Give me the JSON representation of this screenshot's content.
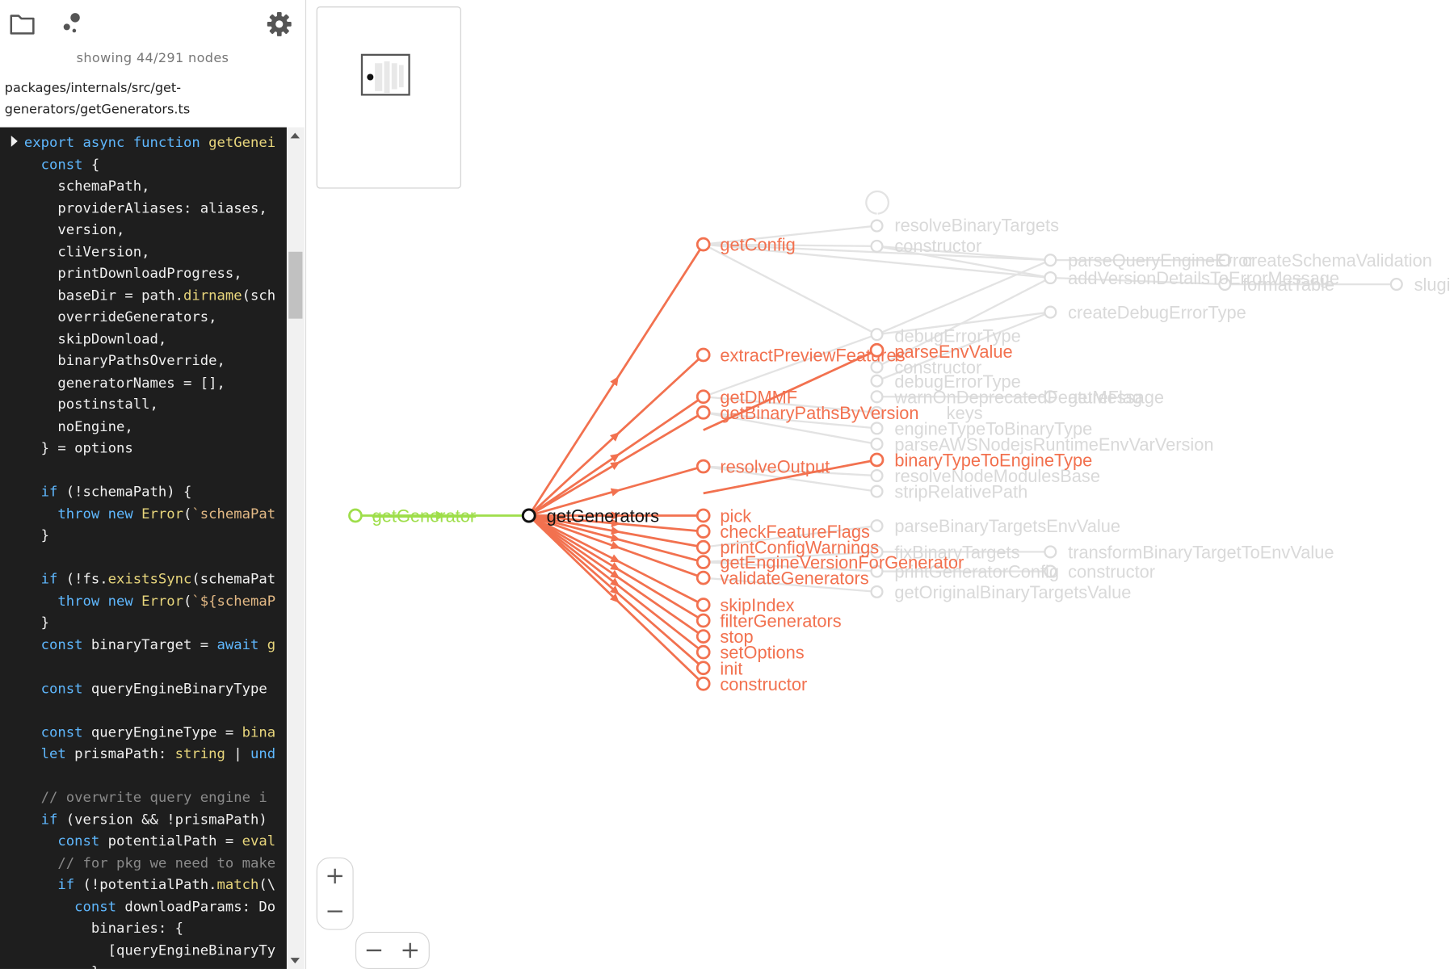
{
  "toolbar": {
    "folder_icon": "folder-icon",
    "graph_icon": "bubble-graph-icon",
    "settings_icon": "gear-icon"
  },
  "status": {
    "node_count_text": "showing 44/291 nodes"
  },
  "file": {
    "path": "packages/internals/src/get-generators/getGenerators.ts"
  },
  "code": {
    "lines": [
      [
        [
          "kw",
          "export async function "
        ],
        [
          "fn",
          "getGenei"
        ]
      ],
      [
        [
          "kw",
          "  const "
        ],
        [
          "",
          "{"
        ]
      ],
      [
        [
          "",
          "    schemaPath,"
        ]
      ],
      [
        [
          "",
          "    providerAliases: aliases,"
        ]
      ],
      [
        [
          "",
          "    version,"
        ]
      ],
      [
        [
          "",
          "    cliVersion,"
        ]
      ],
      [
        [
          "",
          "    printDownloadProgress,"
        ]
      ],
      [
        [
          "",
          "    baseDir = path."
        ],
        [
          "fn",
          "dirname"
        ],
        [
          "",
          "(sch"
        ]
      ],
      [
        [
          "",
          "    overrideGenerators,"
        ]
      ],
      [
        [
          "",
          "    skipDownload,"
        ]
      ],
      [
        [
          "",
          "    binaryPathsOverride,"
        ]
      ],
      [
        [
          "",
          "    generatorNames = [],"
        ]
      ],
      [
        [
          "",
          "    postinstall,"
        ]
      ],
      [
        [
          "",
          "    noEngine,"
        ]
      ],
      [
        [
          "",
          "  } = options"
        ]
      ],
      [
        [
          "",
          ""
        ]
      ],
      [
        [
          "kw",
          "  if "
        ],
        [
          "",
          "(!schemaPath) {"
        ]
      ],
      [
        [
          "kw",
          "    throw new "
        ],
        [
          "fn",
          "Error"
        ],
        [
          "",
          "("
        ],
        [
          "str",
          "`schemaPat"
        ]
      ],
      [
        [
          "",
          "  }"
        ]
      ],
      [
        [
          "",
          ""
        ]
      ],
      [
        [
          "kw",
          "  if "
        ],
        [
          "",
          "(!fs."
        ],
        [
          "fn",
          "existsSync"
        ],
        [
          "",
          "(schemaPat"
        ]
      ],
      [
        [
          "kw",
          "    throw new "
        ],
        [
          "fn",
          "Error"
        ],
        [
          "",
          "("
        ],
        [
          "str",
          "`${schemaP"
        ]
      ],
      [
        [
          "",
          "  }"
        ]
      ],
      [
        [
          "kw",
          "  const "
        ],
        [
          "",
          "binaryTarget = "
        ],
        [
          "kw",
          "await "
        ],
        [
          "fn",
          "g"
        ]
      ],
      [
        [
          "",
          ""
        ]
      ],
      [
        [
          "kw",
          "  const "
        ],
        [
          "",
          "queryEngineBinaryType"
        ]
      ],
      [
        [
          "",
          ""
        ]
      ],
      [
        [
          "kw",
          "  const "
        ],
        [
          "",
          "queryEngineType = "
        ],
        [
          "fn",
          "bina"
        ]
      ],
      [
        [
          "kw",
          "  let "
        ],
        [
          "",
          "prismaPath: "
        ],
        [
          "fn",
          "string"
        ],
        [
          "",
          " | "
        ],
        [
          "kw",
          "und"
        ]
      ],
      [
        [
          "",
          ""
        ]
      ],
      [
        [
          "cm",
          "  // overwrite query engine i"
        ]
      ],
      [
        [
          "kw",
          "  if "
        ],
        [
          "",
          "(version && !prismaPath)"
        ]
      ],
      [
        [
          "kw",
          "    const "
        ],
        [
          "",
          "potentialPath = "
        ],
        [
          "fn",
          "eval"
        ]
      ],
      [
        [
          "cm",
          "    // for pkg we need to make"
        ]
      ],
      [
        [
          "kw",
          "    if "
        ],
        [
          "",
          "(!potentialPath."
        ],
        [
          "fn",
          "match"
        ],
        [
          "",
          "(\\"
        ]
      ],
      [
        [
          "kw",
          "      const "
        ],
        [
          "",
          "downloadParams: Do"
        ]
      ],
      [
        [
          "",
          "        binaries: {"
        ]
      ],
      [
        [
          "",
          "          [queryEngineBinaryTy"
        ]
      ],
      [
        [
          "",
          "        }"
        ]
      ]
    ]
  },
  "graph": {
    "caller": "getGenerator",
    "focus": "getGenerators",
    "callees": [
      "getConfig",
      "extractPreviewFeatures",
      "getDMMF",
      "getBinaryPathsByVersion",
      "resolveOutput",
      "pick",
      "checkFeatureFlags",
      "printConfigWarnings",
      "getEngineVersionForGenerator",
      "validateGenerators",
      "skipIndex",
      "filterGenerators",
      "stop",
      "setOptions",
      "init",
      "constructor"
    ],
    "second_level": [
      "parseEnvValue",
      "binaryTypeToEngineType"
    ],
    "faded": [
      "resolveBinaryTargets",
      "constructor",
      "parseQueryEngineError",
      "createSchemaValidation",
      "addVersionDetailsToErrorMessage",
      "formatTable",
      "slugi",
      "createDebugErrorType",
      "debugErrorType",
      "constructor",
      "debugErrorType",
      "warnOnDeprecatedFeatureFlag",
      "getMessage",
      "keys",
      "engineTypeToBinaryType",
      "parseAWSNodejsRuntimeEnvVarVersion",
      "resolveNodeModulesBase",
      "stripRelativePath",
      "parseBinaryTargetsEnvValue",
      "fixBinaryTargets",
      "transformBinaryTargetToEnvValue",
      "printGeneratorConfig",
      "constructor",
      "getOriginalBinaryTargetsValue"
    ],
    "colors": {
      "caller": "#9ede4a",
      "callee": "#f2714f",
      "focus": "#111111",
      "faded": "#dcdcdc"
    }
  },
  "zoom": {
    "in_symbol": "+",
    "out_symbol": "–",
    "icons": [
      "zoom-in-icon",
      "zoom-out-icon",
      "spread-decrease-icon",
      "spread-increase-icon"
    ]
  }
}
